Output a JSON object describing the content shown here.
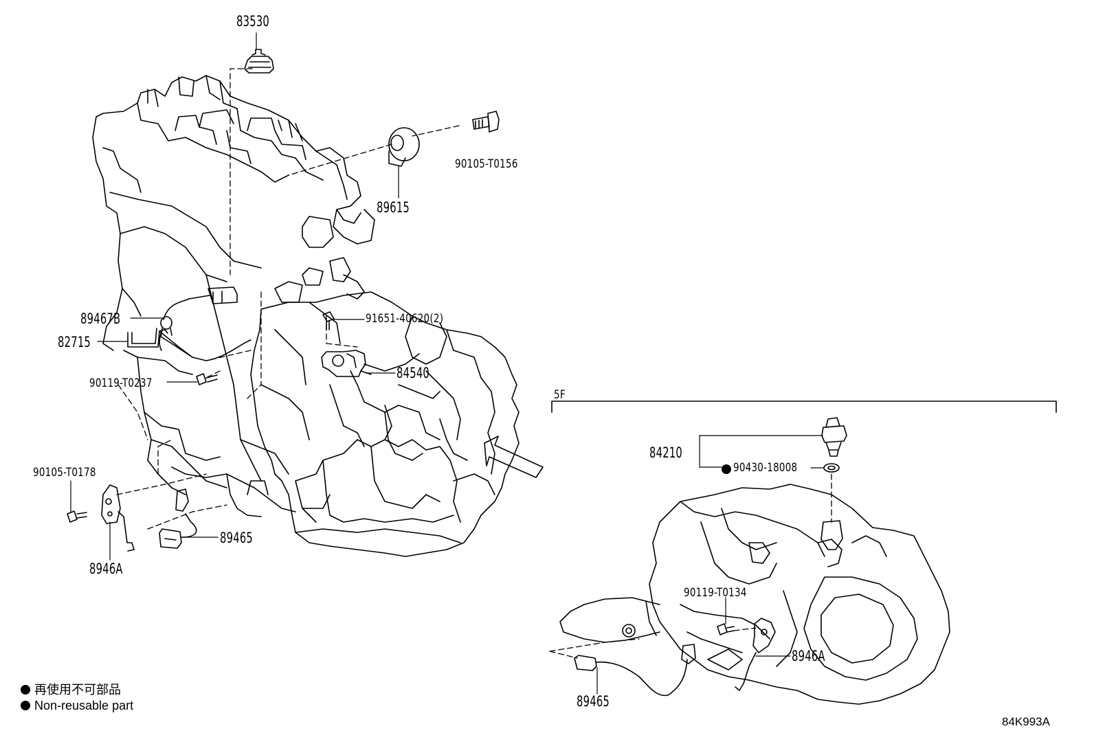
{
  "parts": {
    "p83530": "83530",
    "p90105_T0156": "90105-T0156",
    "p89615": "89615",
    "p89467B": "89467B",
    "p91651_40620": "91651-40620(2)",
    "p82715": "82715",
    "p84540": "84540",
    "p90119_T0237": "90119-T0237",
    "p90105_T0178": "90105-T0178",
    "p8946A_left": "8946A",
    "p89465_left": "89465",
    "p84210": "84210",
    "p90430_18008": "90430-18008",
    "p90119_T0134": "90119-T0134",
    "p8946A_right": "8946A",
    "p89465_right": "89465"
  },
  "section_label": "5F",
  "legend": {
    "line_jp": "再使用不可部品",
    "line_en": "Non-reusable part"
  },
  "diagram_id": "84K993A"
}
